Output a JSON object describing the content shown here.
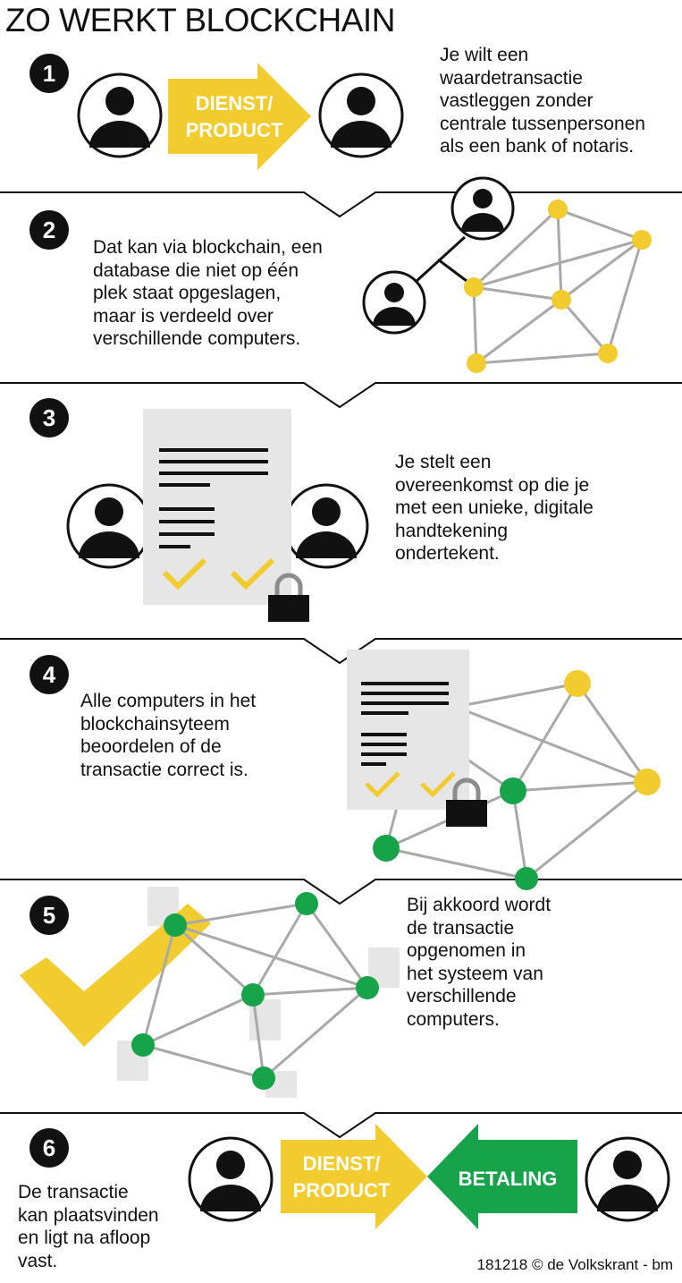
{
  "title": "ZO WERKT BLOCKCHAIN",
  "colors": {
    "yellow": "#f2cb2e",
    "green": "#16a34a",
    "gray_line": "#a9a9a9",
    "document": "#e6e6e6",
    "black": "#111111"
  },
  "steps": [
    {
      "number": "1",
      "text": "Je wilt een\nwaardetransactie\nvastleggen zonder\ncentrale tussenpersonen\nals een bank of notaris.",
      "arrow_label": [
        "DIENST/",
        "PRODUCT"
      ],
      "icons": [
        "person-icon",
        "arrow-right-icon",
        "person-icon"
      ]
    },
    {
      "number": "2",
      "text": "Dat kan via blockchain, een\ndatabase die niet op één\nplek staat opgeslagen,\nmaar is verdeeld over\nverschillende computers.",
      "icons": [
        "person-icon",
        "person-icon",
        "network-icon"
      ]
    },
    {
      "number": "3",
      "text": "Je stelt een\novereenkomst op die je\nmet een unieke, digitale\nhandtekening\nondertekent.",
      "icons": [
        "person-icon",
        "document-icon",
        "checkmark-icon",
        "padlock-icon",
        "person-icon"
      ]
    },
    {
      "number": "4",
      "text": "Alle computers in het\nblockchainsyteem\nbeoordelen of de\ntransactie correct is.",
      "icons": [
        "document-icon",
        "padlock-icon",
        "network-icon"
      ]
    },
    {
      "number": "5",
      "text": "Bij akkoord wordt\nde transactie\nopgenomen in\nhet systeem van\nverschillende\ncomputers.",
      "icons": [
        "checkmark-icon",
        "network-icon"
      ]
    },
    {
      "number": "6",
      "text": "De transactie\nkan plaatsvinden\nen ligt na afloop\nvast.",
      "arrow_label": [
        "DIENST/",
        "PRODUCT"
      ],
      "arrow_label_2": [
        "BETALING"
      ],
      "icons": [
        "person-icon",
        "arrow-right-icon",
        "arrow-left-icon",
        "person-icon"
      ]
    }
  ],
  "credit": "181218 © de Volkskrant - bm"
}
